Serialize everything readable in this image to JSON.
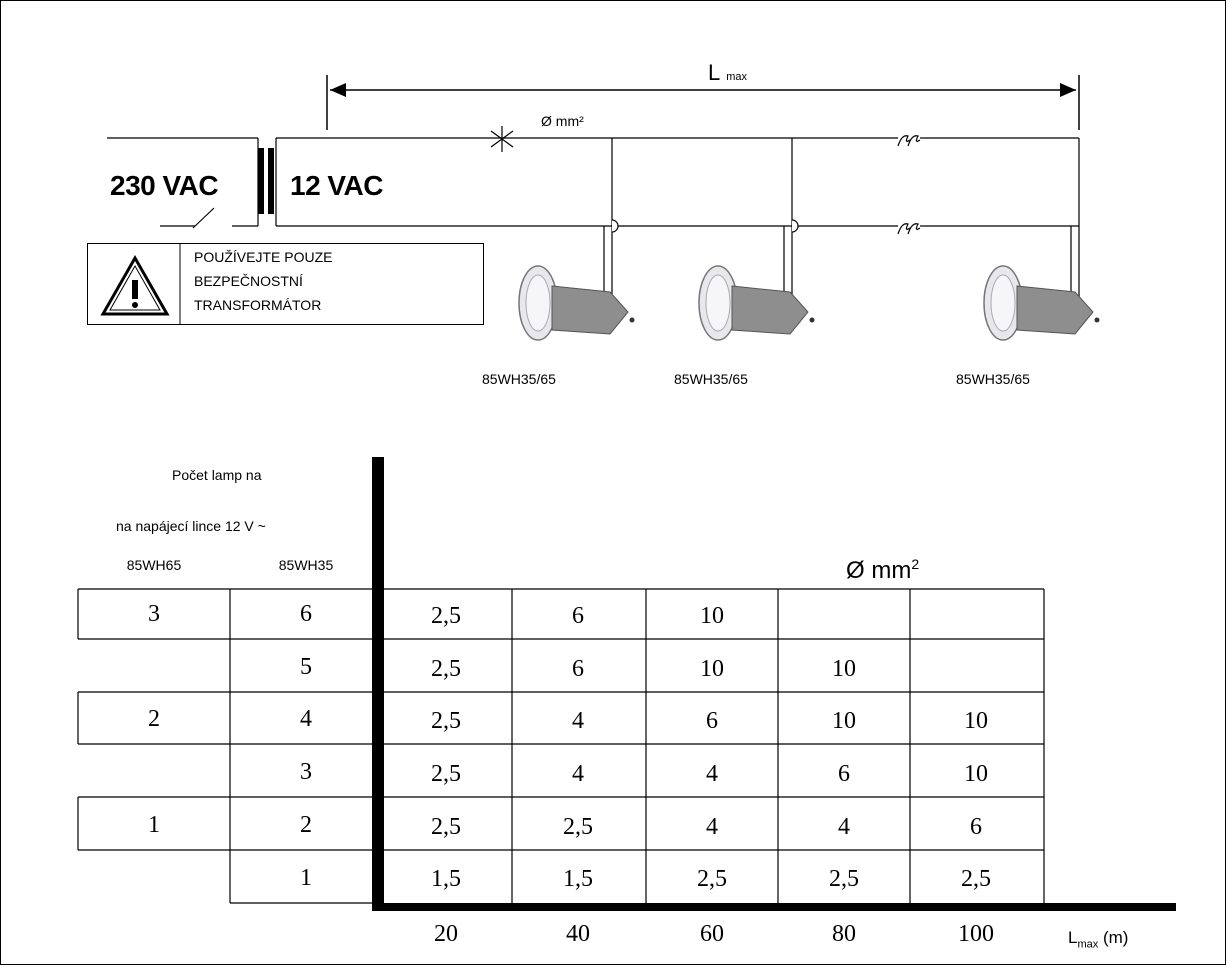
{
  "diagram": {
    "length_label": "L",
    "length_sub": "max",
    "wire_label": "Ø mm²",
    "primary_voltage": "230 VAC",
    "secondary_voltage": "12 VAC",
    "warning_lines": [
      "POUŽÍVEJTE POUZE",
      "BEZPEČNOSTNÍ",
      "TRANSFORMÁTOR"
    ],
    "lamps": [
      "85WH35/65",
      "85WH35/65",
      "85WH35/65"
    ]
  },
  "table": {
    "header_line1": "Počet lamp na",
    "header_line2": "na napájecí lince 12 V ~",
    "col_85wh65": "85WH65",
    "col_85wh35": "85WH35",
    "section_label": "Ø mm",
    "section_sup": "2",
    "count_65": [
      "3",
      "",
      "2",
      "",
      "1",
      ""
    ],
    "count_35": [
      "6",
      "5",
      "4",
      "3",
      "2",
      "1"
    ],
    "rows": [
      [
        "2,5",
        "6",
        "10",
        "",
        ""
      ],
      [
        "2,5",
        "6",
        "10",
        "10",
        ""
      ],
      [
        "2,5",
        "4",
        "6",
        "10",
        "10"
      ],
      [
        "2,5",
        "4",
        "4",
        "6",
        "10"
      ],
      [
        "2,5",
        "2,5",
        "4",
        "4",
        "6"
      ],
      [
        "1,5",
        "1,5",
        "2,5",
        "2,5",
        "2,5"
      ]
    ],
    "lengths": [
      "20",
      "40",
      "60",
      "80",
      "100"
    ],
    "axis_label": "L",
    "axis_sub": "max",
    "axis_unit": " (m)"
  }
}
